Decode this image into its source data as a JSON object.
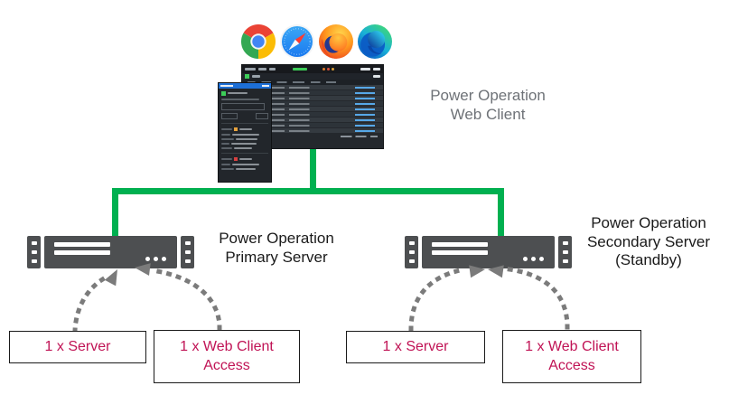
{
  "diagram": {
    "browsers": [
      {
        "name": "chrome"
      },
      {
        "name": "safari"
      },
      {
        "name": "firefox"
      },
      {
        "name": "edge"
      }
    ],
    "labels": {
      "web_client": "Power Operation\nWeb Client",
      "primary_server": "Power Operation\nPrimary Server",
      "secondary_server": "Power Operation\nSecondary Server\n(Standby)"
    },
    "licenses": {
      "primary": [
        {
          "label": "1 x Server"
        },
        {
          "label": "1 x Web Client\nAccess"
        }
      ],
      "secondary": [
        {
          "label": "1 x Server"
        },
        {
          "label": "1 x Web Client\nAccess"
        }
      ]
    },
    "colors": {
      "connector_green": "#00B050",
      "license_text": "#C01355",
      "arrow_gray": "#7B7B7B",
      "server_gray": "#4D4F51",
      "label_gray": "#6E7277"
    }
  }
}
